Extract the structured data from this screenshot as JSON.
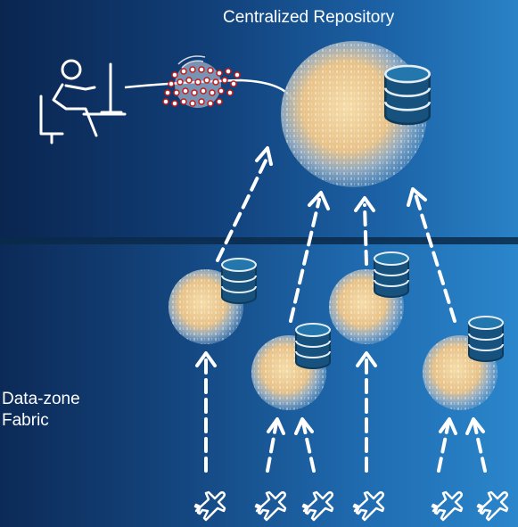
{
  "labels": {
    "repository_title": "Centralized Repository",
    "fabric_label_line1": "Data-zone",
    "fabric_label_line2": "Fabric"
  },
  "colors": {
    "background_dark": "#0c2a57",
    "background_light": "#2b86cb",
    "divider": "#0a2a4a",
    "sphere_core": "#f3d49a",
    "database_body": "#17527e",
    "arrow": "#ffffff"
  },
  "icons": {
    "user": "user-at-computer-icon",
    "network": "network-globe-icon",
    "repository_db": "database-icon",
    "node_db": "database-icon",
    "source": "airplane-icon"
  }
}
